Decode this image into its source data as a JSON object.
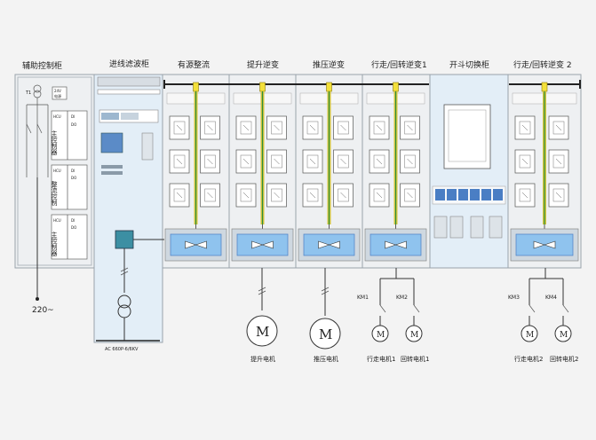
{
  "cabinets": {
    "aux_control": "辅助控制柜",
    "inlet_filter": "进线滤波柜",
    "active_rectifier": "有源整流",
    "hoist_inverter": "提升逆变",
    "press_inverter": "推压逆变",
    "travel_swing_inverter_1": "行走/回转逆变1",
    "switch_cabinet": "开斗切换柜",
    "travel_swing_inverter_2": "行走/回转逆变 2"
  },
  "aux": {
    "module_main_control": "主控制器",
    "module_rectifier_control": "整流控制",
    "module_main_control_2": "主控制器",
    "tag_hcu": "HCU",
    "tag_di": "DI",
    "tag_do": "DO",
    "tag_24v": "24V",
    "tag_power": "电源",
    "tag_t1": "T1",
    "tag_220": "220~"
  },
  "inlet": {
    "transformer_label": "AC 660P-6/6KV"
  },
  "switches": {
    "km1": "KM1",
    "km2": "KM2",
    "km3": "KM3",
    "km4": "KM4"
  },
  "motors": {
    "symbol": "M",
    "hoist": "提升电机",
    "press": "推压电机",
    "travel1": "行走电机1",
    "swing1": "回转电机1",
    "travel2": "行走电机2",
    "swing2": "回转电机2"
  }
}
